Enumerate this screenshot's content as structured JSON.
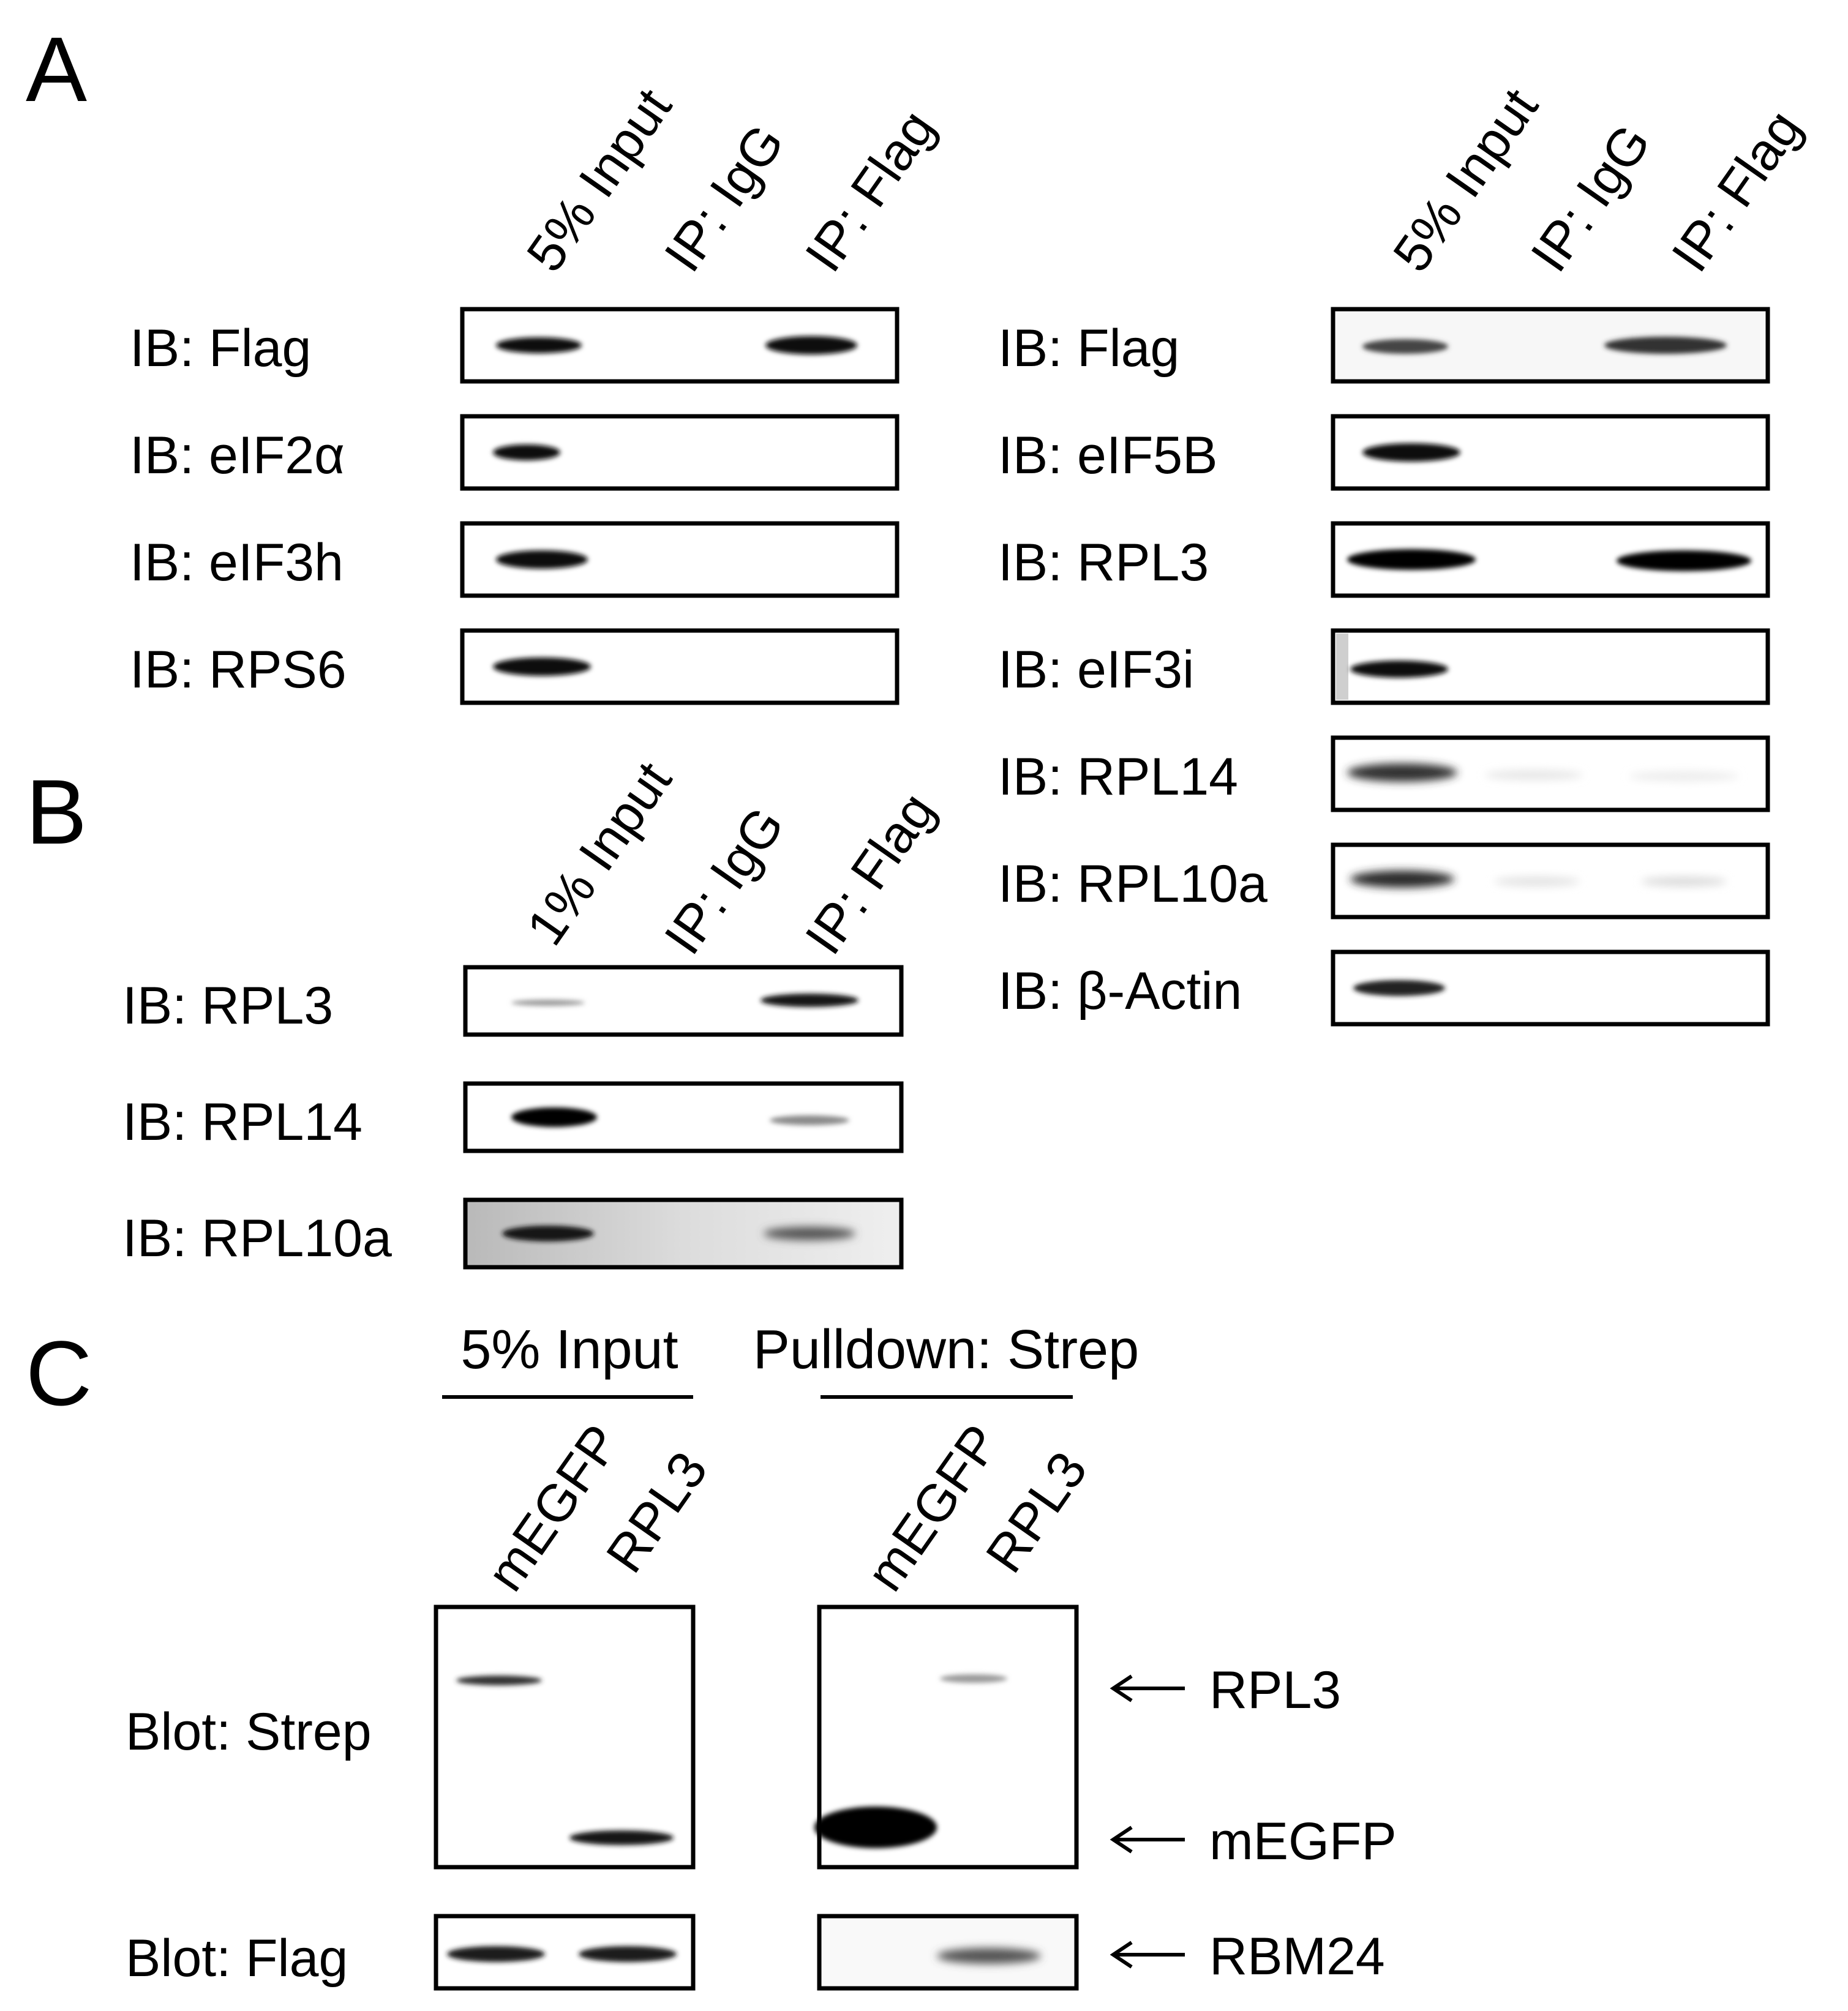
{
  "panels": {
    "A": {
      "letter": "A",
      "left": {
        "lanes": [
          "5% Input",
          "IP: IgG",
          "IP: Flag"
        ],
        "rows": [
          {
            "label": "IB: Flag"
          },
          {
            "label": "IB: eIF2α"
          },
          {
            "label": "IB: eIF3h"
          },
          {
            "label": "IB: RPS6"
          }
        ]
      },
      "right": {
        "lanes": [
          "5% Input",
          "IP: IgG",
          "IP: Flag"
        ],
        "rows": [
          {
            "label": "IB: Flag"
          },
          {
            "label": "IB: eIF5B"
          },
          {
            "label": "IB: RPL3"
          },
          {
            "label": "IB: eIF3i"
          },
          {
            "label": "IB: RPL14"
          },
          {
            "label": "IB: RPL10a"
          },
          {
            "label": "IB: β-Actin"
          }
        ]
      }
    },
    "B": {
      "letter": "B",
      "lanes": [
        "1% Input",
        "IP: IgG",
        "IP: Flag"
      ],
      "rows": [
        {
          "label": "IB: RPL3"
        },
        {
          "label": "IB: RPL14"
        },
        {
          "label": "IB: RPL10a"
        }
      ]
    },
    "C": {
      "letter": "C",
      "input_header": "5% Input",
      "pulldown_header": "Pulldown: Strep",
      "lanes": [
        "mEGFP",
        "RPL3"
      ],
      "rows": [
        {
          "label": "Blot: Strep"
        },
        {
          "label": "Blot: Flag"
        }
      ],
      "arrow_labels": [
        "RPL3",
        "mEGFP",
        "RBM24"
      ]
    }
  }
}
